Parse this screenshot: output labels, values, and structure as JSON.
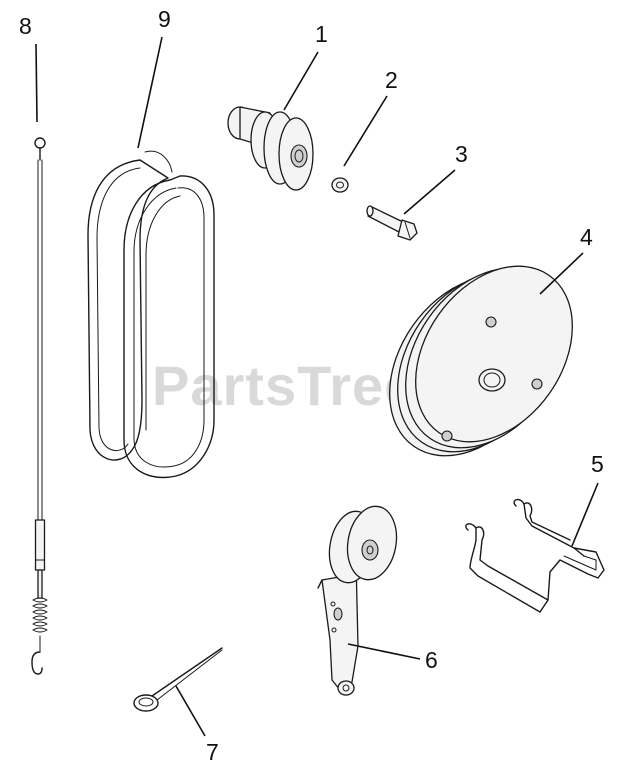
{
  "watermark": {
    "text": "PartsTree",
    "trademark": "™"
  },
  "callouts": {
    "c1": "1",
    "c2": "2",
    "c3": "3",
    "c4": "4",
    "c5": "5",
    "c6": "6",
    "c7": "7",
    "c8": "8",
    "c9": "9"
  },
  "colors": {
    "line": "#1a1a1a",
    "watermark": "#d9d9d9",
    "background": "#ffffff"
  }
}
